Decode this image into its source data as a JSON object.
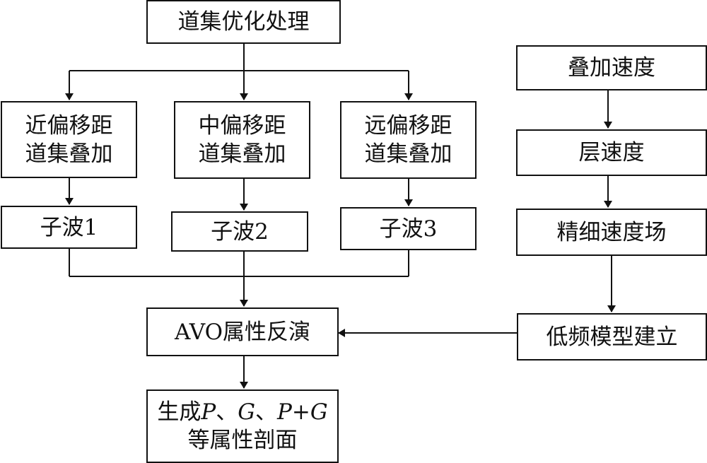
{
  "nodes": {
    "gather_opt": "道集优化处理",
    "near_l1": "近偏移距",
    "near_l2": "道集叠加",
    "mid_l1": "中偏移距",
    "mid_l2": "道集叠加",
    "far_l1": "远偏移距",
    "far_l2": "道集叠加",
    "wavelet1": "子波1",
    "wavelet2": "子波2",
    "wavelet3": "子波3",
    "avo": "AVO属性反演",
    "out_prefix": "生成",
    "out_p": "P",
    "out_sep1": "、",
    "out_g": "G",
    "out_sep2": "、",
    "out_pg": "P+G",
    "out_l2": "等属性剖面",
    "stack_vel": "叠加速度",
    "layer_vel": "层速度",
    "fine_vel": "精细速度场",
    "low_freq": "低频模型建立"
  }
}
